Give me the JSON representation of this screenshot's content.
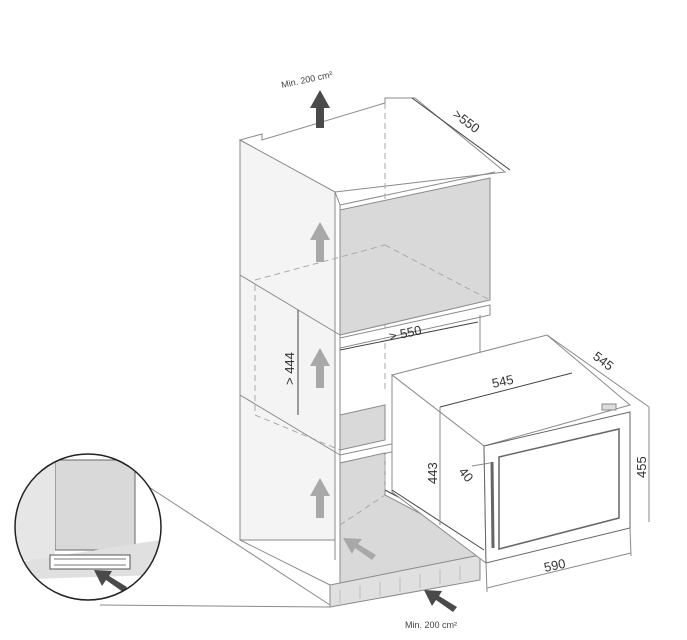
{
  "diagram": {
    "labels": {
      "top_vent": "Min. 200 cm²",
      "bottom_vent": "Min. 200 cm²",
      "cabinet_depth": ">550",
      "niche_depth": "> 550",
      "niche_height": "> 444",
      "appliance_depth_outer": "545",
      "appliance_depth_inner": "545",
      "appliance_body_height": "443",
      "door_offset": "40",
      "appliance_height": "455",
      "appliance_width": "590"
    },
    "colors": {
      "panel_fill": "#d9d9d9",
      "arrow_dark": "#4a4a4a",
      "arrow_light": "#a8a8a8",
      "line": "#8a8a8a"
    }
  }
}
